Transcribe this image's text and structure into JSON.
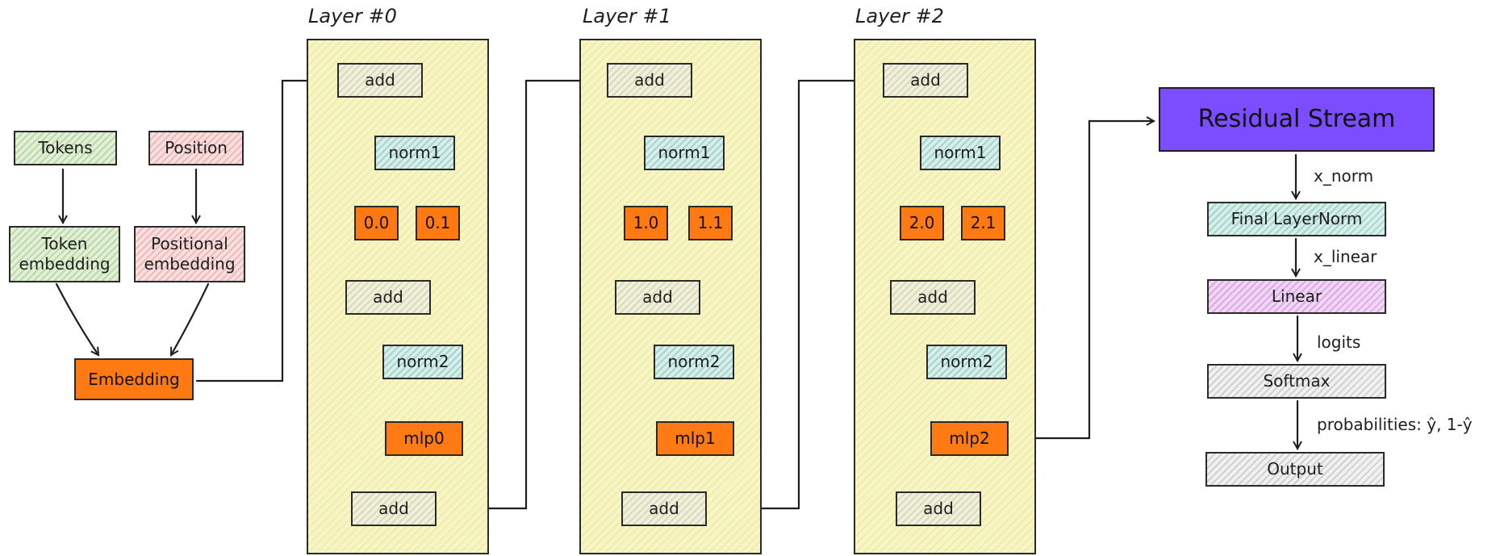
{
  "inputs": {
    "tokens": "Tokens",
    "position": "Position",
    "token_embedding": "Token embedding",
    "positional_embedding": "Positional embedding",
    "embedding": "Embedding"
  },
  "layers": [
    {
      "title": "Layer #0",
      "add_top": "add",
      "norm1": "norm1",
      "head_a": "0.0",
      "head_b": "0.1",
      "add_mid": "add",
      "norm2": "norm2",
      "mlp": "mlp0",
      "add_bottom": "add"
    },
    {
      "title": "Layer #1",
      "add_top": "add",
      "norm1": "norm1",
      "head_a": "1.0",
      "head_b": "1.1",
      "add_mid": "add",
      "norm2": "norm2",
      "mlp": "mlp1",
      "add_bottom": "add"
    },
    {
      "title": "Layer #2",
      "add_top": "add",
      "norm1": "norm1",
      "head_a": "2.0",
      "head_b": "2.1",
      "add_mid": "add",
      "norm2": "norm2",
      "mlp": "mlp2",
      "add_bottom": "add"
    }
  ],
  "output_head": {
    "residual_stream": "Residual Stream",
    "final_layernorm": "Final LayerNorm",
    "linear": "Linear",
    "softmax": "Softmax",
    "output": "Output"
  },
  "edge_labels": {
    "x_norm": "x_norm",
    "x_linear": "x_linear",
    "logits": "logits",
    "probabilities": "probabilities: ŷ, 1-ŷ"
  },
  "colors": {
    "layer_fill": "#f7f5c6",
    "attention_head": "#ff7a12",
    "residual_stream": "#7c4dff",
    "stroke": "#1e1e1e"
  }
}
